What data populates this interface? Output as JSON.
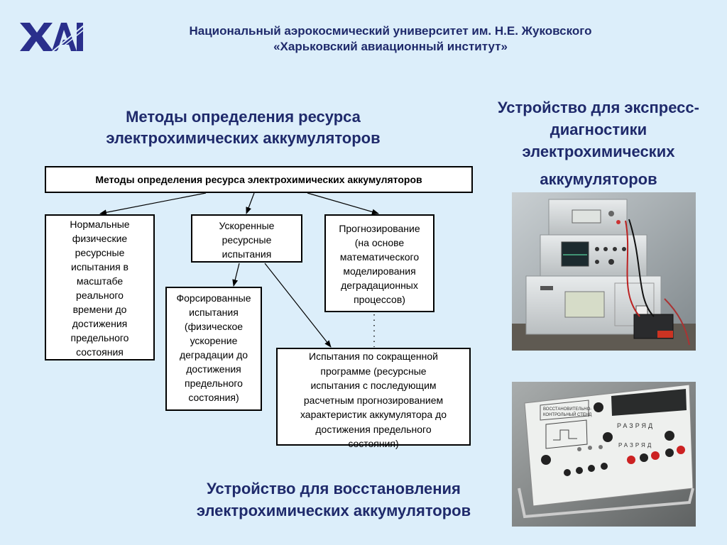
{
  "header": {
    "line1": "Национальный аэрокосмический университет им. Н.Е. Жуковского",
    "line2": "«Харьковский авиационный институт»"
  },
  "left_title": {
    "line1": "Методы определения ресурса",
    "line2": "электрохимических аккумуляторов"
  },
  "right_title": {
    "line1": "Устройство для экспресс-",
    "line2": "диагностики",
    "line3": "электрохимических",
    "line4": "аккумуляторов"
  },
  "bottom_title": {
    "line1": "Устройство для восстановления",
    "line2": "электрохимических аккумуляторов"
  },
  "diagram": {
    "root": "Методы определения ресурса электрохимических аккумуляторов",
    "normal": [
      "Нормальные",
      "физические",
      "ресурсные",
      "испытания в",
      "масштабе",
      "реального",
      "времени до",
      "достижения",
      "предельного",
      "состояния"
    ],
    "accelerated": [
      "Ускоренные",
      "ресурсные",
      "испытания"
    ],
    "forecasting": [
      "Прогнозирование",
      "(на основе",
      "математического",
      "моделирования",
      "деградационных",
      "процессов)"
    ],
    "forced": [
      "Форсированные",
      "испытания",
      "(физическое",
      "ускорение",
      "деградации до",
      "достижения",
      "предельного",
      "состояния)"
    ],
    "reduced": [
      "Испытания по сокращенной",
      "программе (ресурсные",
      "испытания с последующим",
      "расчетным прогнозированием",
      "характеристик аккумулятора до",
      "достижения предельного",
      "состояния)"
    ]
  },
  "photo2_labels": {
    "panel_line1": "ВОССТАНОВИТЕЛЬНО-",
    "panel_line2": "КОНТРОЛЬНЫЙ СТЕНД",
    "razryad1": "РАЗРЯД",
    "razryad2": "РАЗРЯД"
  }
}
